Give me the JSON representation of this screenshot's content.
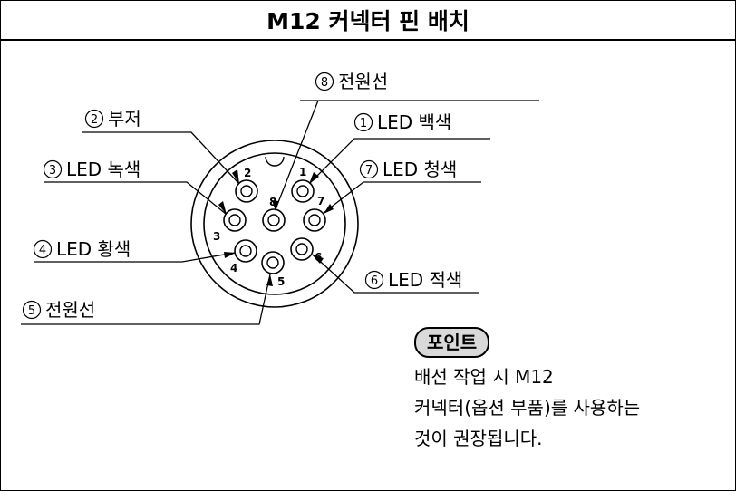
{
  "title": "M12 커넥터 핀 배치",
  "pins": [
    {
      "circled": "1",
      "label": "LED 백색",
      "pin_number": "1"
    },
    {
      "circled": "2",
      "label": "부저",
      "pin_number": "2"
    },
    {
      "circled": "3",
      "label": "LED 녹색",
      "pin_number": "3"
    },
    {
      "circled": "4",
      "label": "LED 황색",
      "pin_number": "4"
    },
    {
      "circled": "5",
      "label": "전원선",
      "pin_number": "5"
    },
    {
      "circled": "6",
      "label": "LED 적색",
      "pin_number": "6"
    },
    {
      "circled": "7",
      "label": "LED 청색",
      "pin_number": "7"
    },
    {
      "circled": "8",
      "label": "전원선",
      "pin_number": "8"
    }
  ],
  "note": {
    "badge": "포인트",
    "lines": [
      "배선 작업 시 M12",
      "커넥터(옵션 부품)를 사용하는",
      "것이 권장됩니다."
    ]
  }
}
